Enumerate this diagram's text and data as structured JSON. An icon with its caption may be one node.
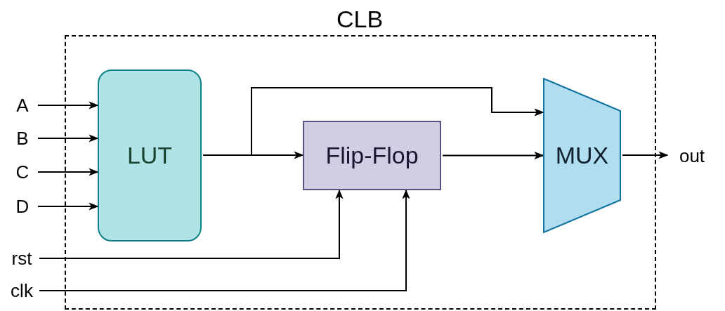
{
  "diagram": {
    "nodes": [
      {
        "text": [
          "CLB"
        ]
      },
      {
        "text": [
          "LUT"
        ],
        "in": 0
      },
      {
        "text": [
          "Flip-Flop"
        ],
        "in": 0
      },
      {
        "text": [
          "MUX"
        ],
        "in": 0
      },
      {
        "text": [
          "A"
        ]
      },
      {
        "text": [
          "B"
        ]
      },
      {
        "text": [
          "C"
        ]
      },
      {
        "text": [
          "D"
        ]
      },
      {
        "text": [
          "rst"
        ]
      },
      {
        "text": [
          "clk"
        ]
      },
      {
        "text": [
          "out"
        ]
      }
    ],
    "edges": [
      {
        "from": 4,
        "to": 1,
        "arrow": "to"
      },
      {
        "from": 5,
        "to": 1,
        "arrow": "to"
      },
      {
        "from": 6,
        "to": 1,
        "arrow": "to"
      },
      {
        "from": 7,
        "to": 1,
        "arrow": "to"
      },
      {
        "from": 1,
        "to": 2,
        "arrow": "to"
      },
      {
        "from": 1,
        "to": 3,
        "arrow": "to"
      },
      {
        "from": 2,
        "to": 3,
        "arrow": "to"
      },
      {
        "from": 8,
        "to": 2,
        "arrow": "to"
      },
      {
        "from": 9,
        "to": 2,
        "arrow": "to"
      },
      {
        "from": 3,
        "to": 10,
        "arrow": "to"
      }
    ]
  }
}
